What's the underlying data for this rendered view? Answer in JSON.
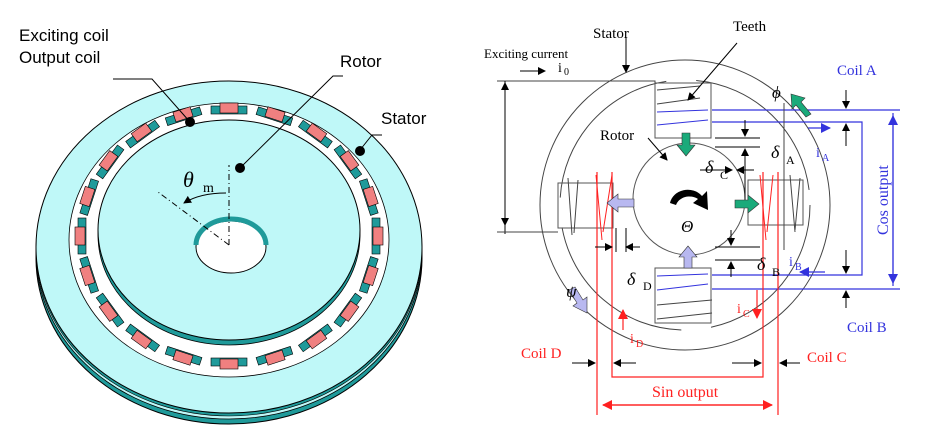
{
  "left_figure": {
    "labels": {
      "exciting_coil": "Exciting coil",
      "output_coil": "Output coil",
      "rotor": "Rotor",
      "stator": "Stator",
      "theta": "θ",
      "theta_sub": "m"
    },
    "colors": {
      "stator_fill": "#bff8f8",
      "lamination": "#1f9a9a",
      "coil": "#f08080",
      "outline": "#000000"
    }
  },
  "right_figure": {
    "labels": {
      "stator": "Stator",
      "teeth": "Teeth",
      "exciting_current": "Exciting current",
      "i0": "i",
      "i0_sub": "0",
      "rotor": "Rotor",
      "phi": "ϕ",
      "psi": "ψ",
      "theta": "Θ",
      "delta": "δ",
      "delta_a_sub": "A",
      "delta_b_sub": "B",
      "delta_c_sub": "C",
      "delta_d_sub": "D",
      "coil_a": "Coil A",
      "coil_b": "Coil B",
      "coil_c": "Coil C",
      "coil_d": "Coil D",
      "ia": "i",
      "ia_sub": "A",
      "ib": "i",
      "ib_sub": "B",
      "ic": "i",
      "ic_sub": "C",
      "id": "i",
      "id_sub": "D",
      "cos_output": "Cos output",
      "sin_output": "Sin output"
    },
    "colors": {
      "cos_blue": "#3333dd",
      "sin_red": "#ff2020",
      "flux_green": "#1aaa7a",
      "flux_lavender": "#b8b8f0",
      "line_gray": "#555555"
    }
  }
}
